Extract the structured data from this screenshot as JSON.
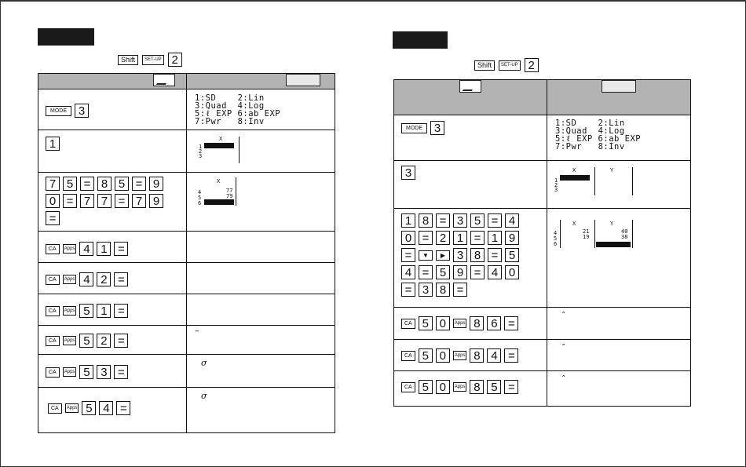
{
  "left": {
    "setup_keys": [
      "Shift",
      "SET-UP",
      "2"
    ],
    "rows": [
      {
        "keys": [
          "MODE",
          "3"
        ],
        "display": "1:SD    2:Lin\n3:Quad  4:Log\n5:ℓ EXP 6:ab EXP\n7:Pwr   8:Inv"
      },
      {
        "keys": [
          "1"
        ],
        "display_type": "stat_x",
        "col": "X",
        "index": [
          "1",
          "2",
          "3"
        ]
      },
      {
        "keys_rows": [
          [
            "7",
            "5",
            "=",
            "8",
            "5",
            "=",
            "9"
          ],
          [
            "0",
            "=",
            "7",
            "7",
            "=",
            "7",
            "9"
          ],
          [
            "="
          ]
        ],
        "display_type": "stat_x_vals",
        "col": "X",
        "index": [
          "4",
          "5",
          "6"
        ],
        "vals": [
          "77",
          "79"
        ]
      },
      {
        "keys": [
          "CA",
          "Apps",
          "4",
          "1",
          "="
        ],
        "display": ""
      },
      {
        "keys": [
          "CA",
          "Apps",
          "4",
          "2",
          "="
        ],
        "display": ""
      },
      {
        "keys": [
          "CA",
          "Apps",
          "5",
          "1",
          "="
        ],
        "display": ""
      },
      {
        "keys": [
          "CA",
          "Apps",
          "5",
          "2",
          "="
        ],
        "display": "–"
      },
      {
        "keys": [
          "CA",
          "Apps",
          "5",
          "3",
          "="
        ],
        "display": "σ"
      },
      {
        "keys": [
          "CA",
          "Apps",
          "5",
          "4",
          "="
        ],
        "display": "σ"
      }
    ]
  },
  "right": {
    "setup_keys": [
      "Shift",
      "SET-UP",
      "2"
    ],
    "rows": [
      {
        "keys": [
          "MODE",
          "3"
        ],
        "display": "1:SD    2:Lin\n3:Quad  4:Log\n5:ℓ EXP 6:ab EXP\n7:Pwr   8:Inv"
      },
      {
        "keys": [
          "3"
        ],
        "display_type": "stat_xy",
        "col_x": "X",
        "col_y": "Y",
        "index": [
          "1",
          "2",
          "3"
        ]
      },
      {
        "keys_rows": [
          [
            "1",
            "8",
            "=",
            "3",
            "5",
            "=",
            "4"
          ],
          [
            "0",
            "=",
            "2",
            "1",
            "=",
            "1",
            "9"
          ],
          [
            "=",
            "▼",
            "▶",
            "3",
            "8",
            "=",
            "5"
          ],
          [
            "4",
            "=",
            "5",
            "9",
            "=",
            "4",
            "0"
          ],
          [
            "=",
            "3",
            "8",
            "="
          ]
        ],
        "display_type": "stat_xy_vals",
        "col_x": "X",
        "col_y": "Y",
        "index": [
          "4",
          "5",
          "6"
        ],
        "x_vals": [
          "21",
          "19"
        ],
        "y_vals": [
          "40",
          "38"
        ]
      },
      {
        "keys": [
          "CA",
          "5",
          "0",
          "Apps",
          "8",
          "6",
          "="
        ],
        "display": "ˆ"
      },
      {
        "keys": [
          "CA",
          "5",
          "0",
          "Apps",
          "8",
          "4",
          "="
        ],
        "display": "ˆ"
      },
      {
        "keys": [
          "CA",
          "5",
          "0",
          "Apps",
          "8",
          "5",
          "="
        ],
        "display": "ˆ"
      }
    ]
  }
}
